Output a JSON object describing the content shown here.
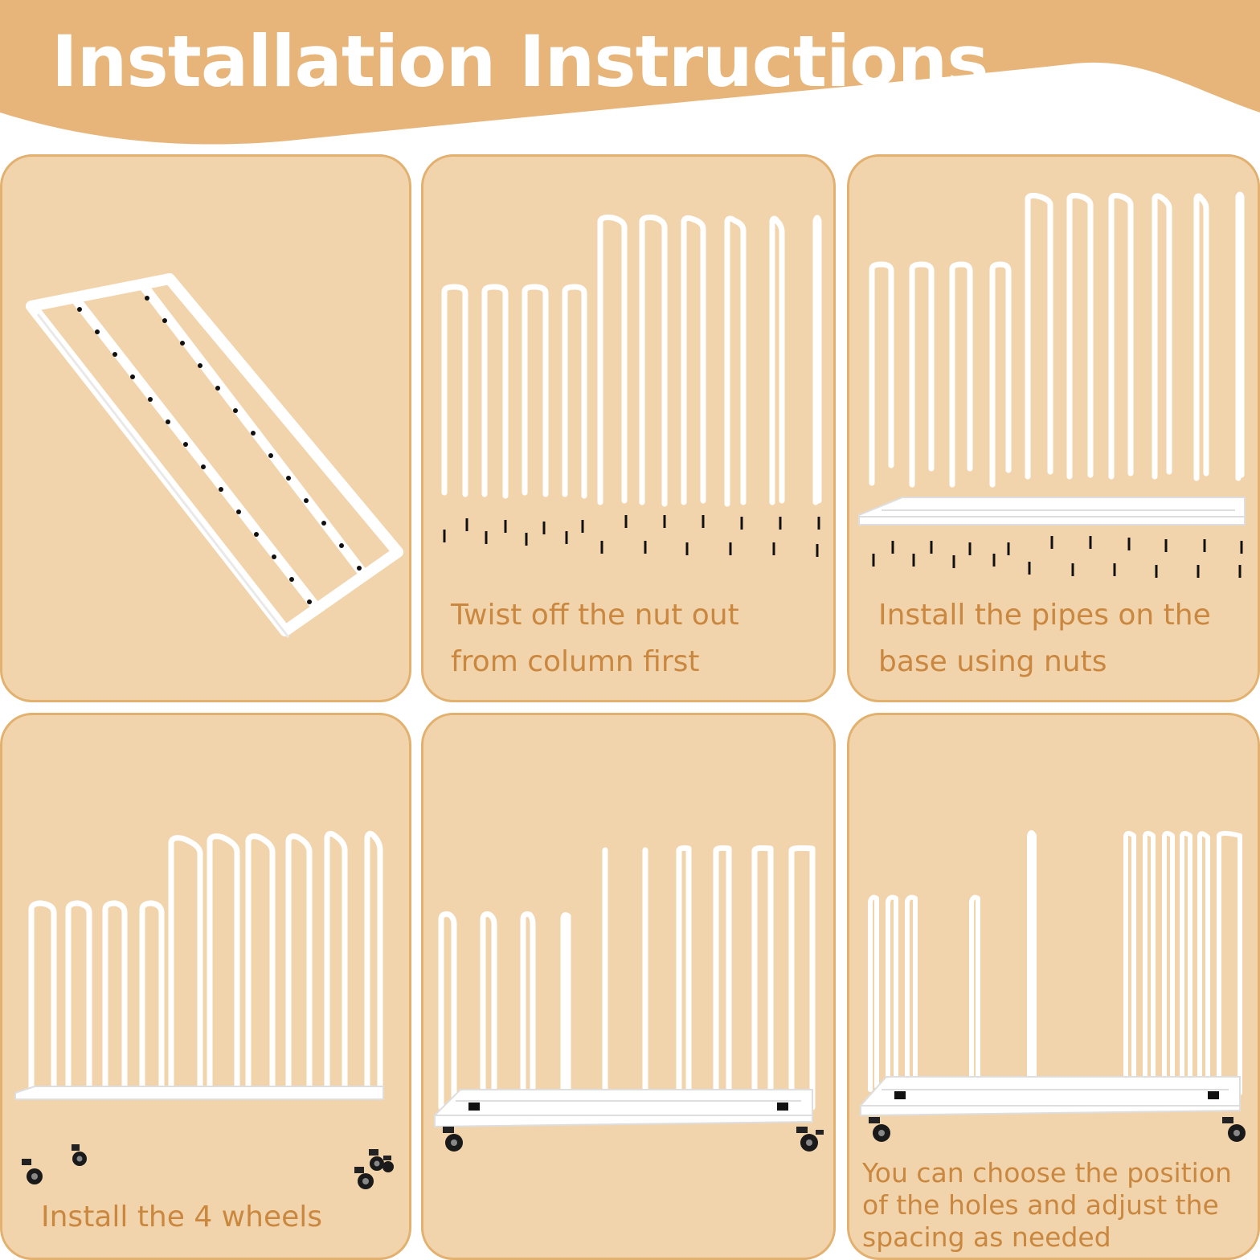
{
  "header": {
    "title": "Installation Instructions",
    "banner_color": "#e7b57a",
    "title_color": "#ffffff"
  },
  "theme": {
    "panel_bg": "#f2d4ac",
    "panel_border": "#e2b06f",
    "caption_color": "#c9873f",
    "rack_color": "#ffffff"
  },
  "steps": [
    {
      "caption": "",
      "illustration": "base-frame-icon"
    },
    {
      "caption_lines": [
        "Twist off the nut out",
        "from column first"
      ],
      "illustration": "pipes-and-nuts-icon"
    },
    {
      "caption_lines": [
        "Install the pipes on the",
        "base using nuts"
      ],
      "illustration": "pipes-over-base-icon"
    },
    {
      "caption_lines": [
        "Install the 4 wheels"
      ],
      "illustration": "rack-with-wheels-icon"
    },
    {
      "caption": "",
      "illustration": "rack-on-wheels-icon"
    },
    {
      "caption_lines": [
        "You can choose the position",
        "of the holes and adjust the",
        "spacing as needed"
      ],
      "illustration": "adjusted-rack-icon"
    }
  ]
}
